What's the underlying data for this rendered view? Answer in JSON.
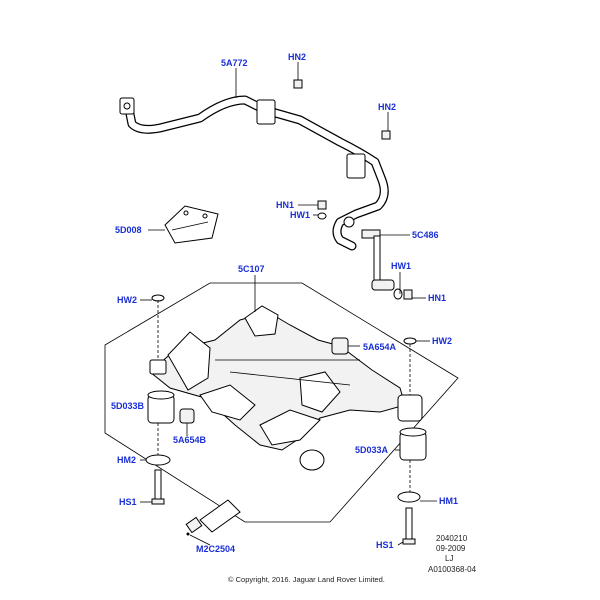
{
  "labels": {
    "5A772": "5A772",
    "HN2_a": "HN2",
    "HN2_b": "HN2",
    "HN1_a": "HN1",
    "HW1": "HW1",
    "5D008": "5D008",
    "5C486": "5C486",
    "5C107": "5C107",
    "HW1_b": "HW1",
    "HW2_a": "HW2",
    "HN1_b": "HN1",
    "5A654A": "5A654A",
    "HW2_b": "HW2",
    "5D033B": "5D033B",
    "5A654B": "5A654B",
    "HM2": "HM2",
    "5D033A": "5D033A",
    "HS1_a": "HS1",
    "HM1": "HM1",
    "M2C2504": "M2C2504",
    "HS1_b": "HS1"
  },
  "meta": {
    "code1": "2040210",
    "date": "09-2009",
    "initials": "LJ",
    "ref": "A0100368-04"
  },
  "copyright": "© Copyright, 2016. Jaguar Land Rover Limited."
}
